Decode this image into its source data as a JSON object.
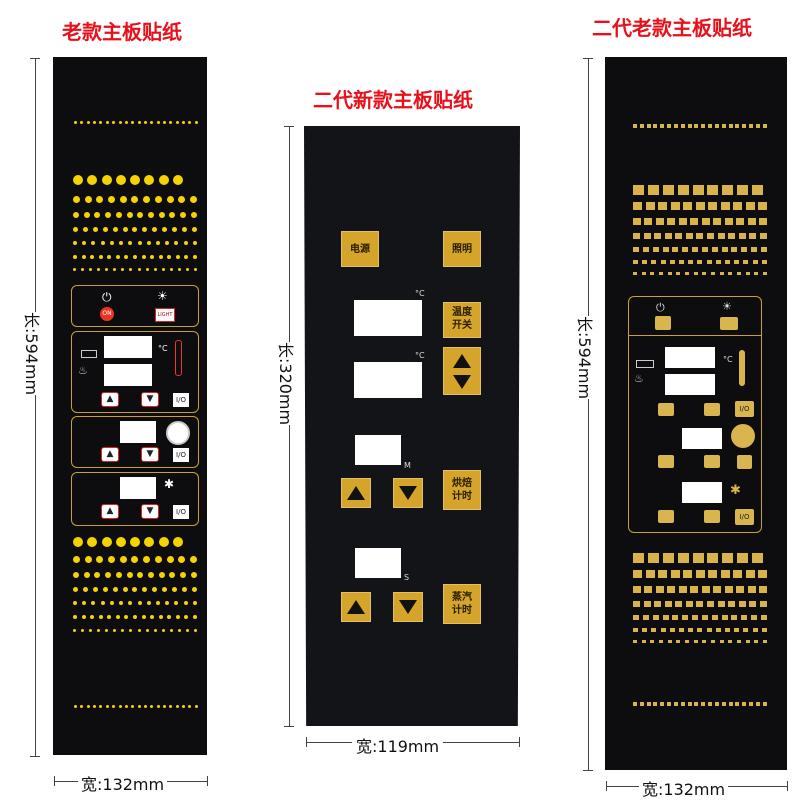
{
  "titles": {
    "left": "老款主板贴纸",
    "middle": "二代新款主板贴纸",
    "right": "二代老款主板贴纸"
  },
  "dimensions": {
    "left_length": "长:594mm",
    "left_width": "宽:132mm",
    "middle_length": "长:320mm",
    "middle_width": "宽:119mm",
    "right_length": "长:594mm",
    "right_width": "宽:132mm"
  },
  "middle_buttons": {
    "power": "电源",
    "lighting": "照明",
    "temp_switch": "温度\n开关",
    "bake_timer": "烘焙\n计时",
    "steam_timer": "蒸汽\n计时"
  },
  "units": {
    "celsius": "°C",
    "minute": "M",
    "second": "S"
  },
  "left_small_labels": {
    "power_on": "ON",
    "light": "LIGHT",
    "io": "I/O"
  },
  "colors": {
    "title_red": "#e8101a",
    "panel_black": "#0d0d0f",
    "dot_yellow": "#f5d300",
    "gold": "#d4a52a"
  }
}
